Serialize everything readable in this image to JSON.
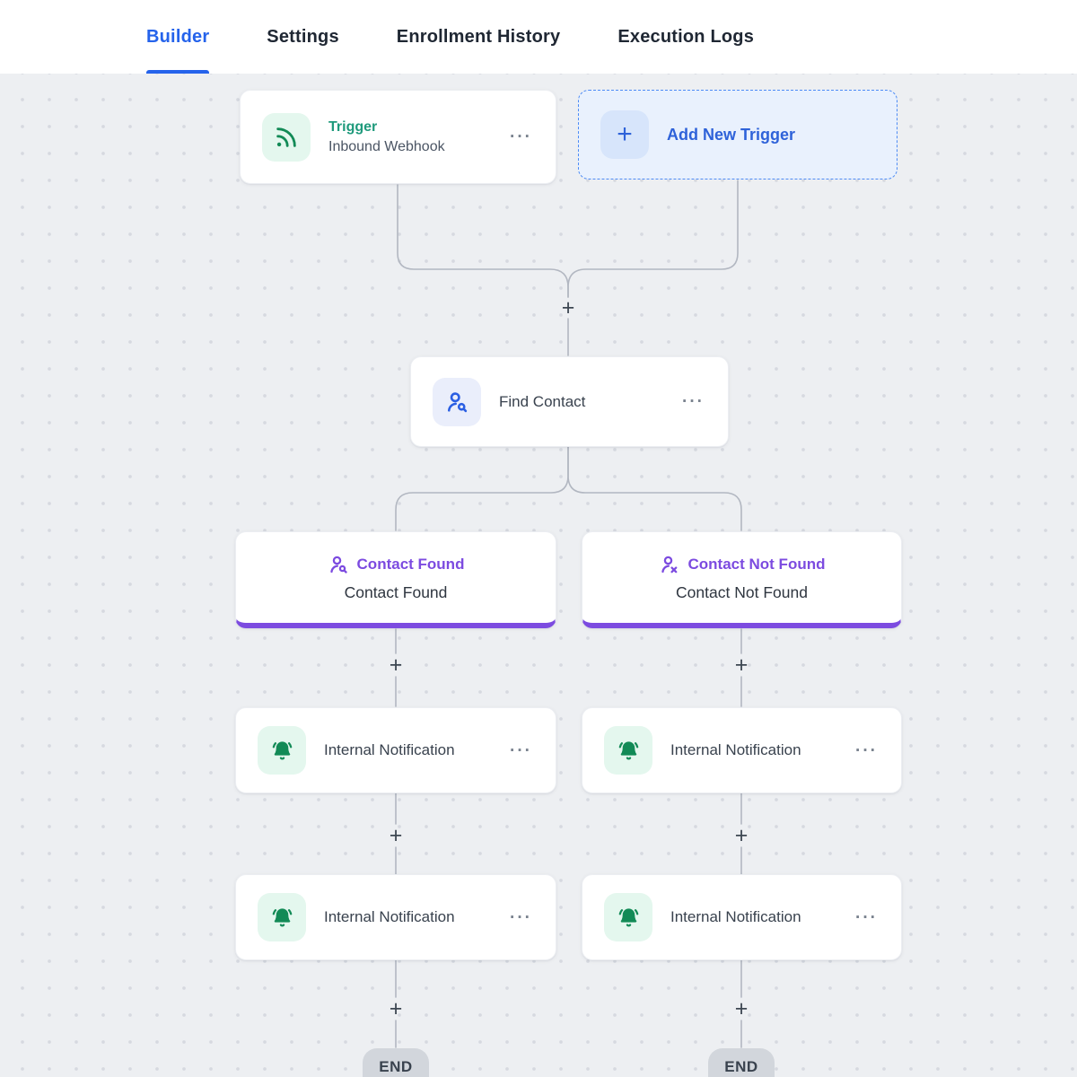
{
  "tabs": [
    {
      "label": "Builder",
      "active": true
    },
    {
      "label": "Settings",
      "active": false
    },
    {
      "label": "Enrollment History",
      "active": false
    },
    {
      "label": "Execution Logs",
      "active": false
    }
  ],
  "glyphs": {
    "plus": "+",
    "ellipsis": "···"
  },
  "canvas": {
    "trigger_node": {
      "title": "Trigger",
      "subtitle": "Inbound Webhook"
    },
    "add_new_trigger": {
      "label": "Add New Trigger"
    },
    "find_contact": {
      "label": "Find Contact"
    },
    "branches": [
      {
        "title": "Contact Found",
        "subtitle": "Contact Found"
      },
      {
        "title": "Contact Not Found",
        "subtitle": "Contact Not Found"
      }
    ],
    "actions": [
      {
        "label": "Internal Notification"
      },
      {
        "label": "Internal Notification"
      },
      {
        "label": "Internal Notification"
      },
      {
        "label": "Internal Notification"
      }
    ],
    "end_label": "END"
  },
  "colors": {
    "accent_blue": "#2563eb",
    "trigger_green": "#1f9a7c",
    "icon_green": "#128a56",
    "icon_blue": "#2b5fe3",
    "branch_purple": "#7c4be0",
    "add_trigger_blue": "#2e62d9",
    "canvas_bg": "#edeff2",
    "connector_gray": "#b2b7c1"
  }
}
